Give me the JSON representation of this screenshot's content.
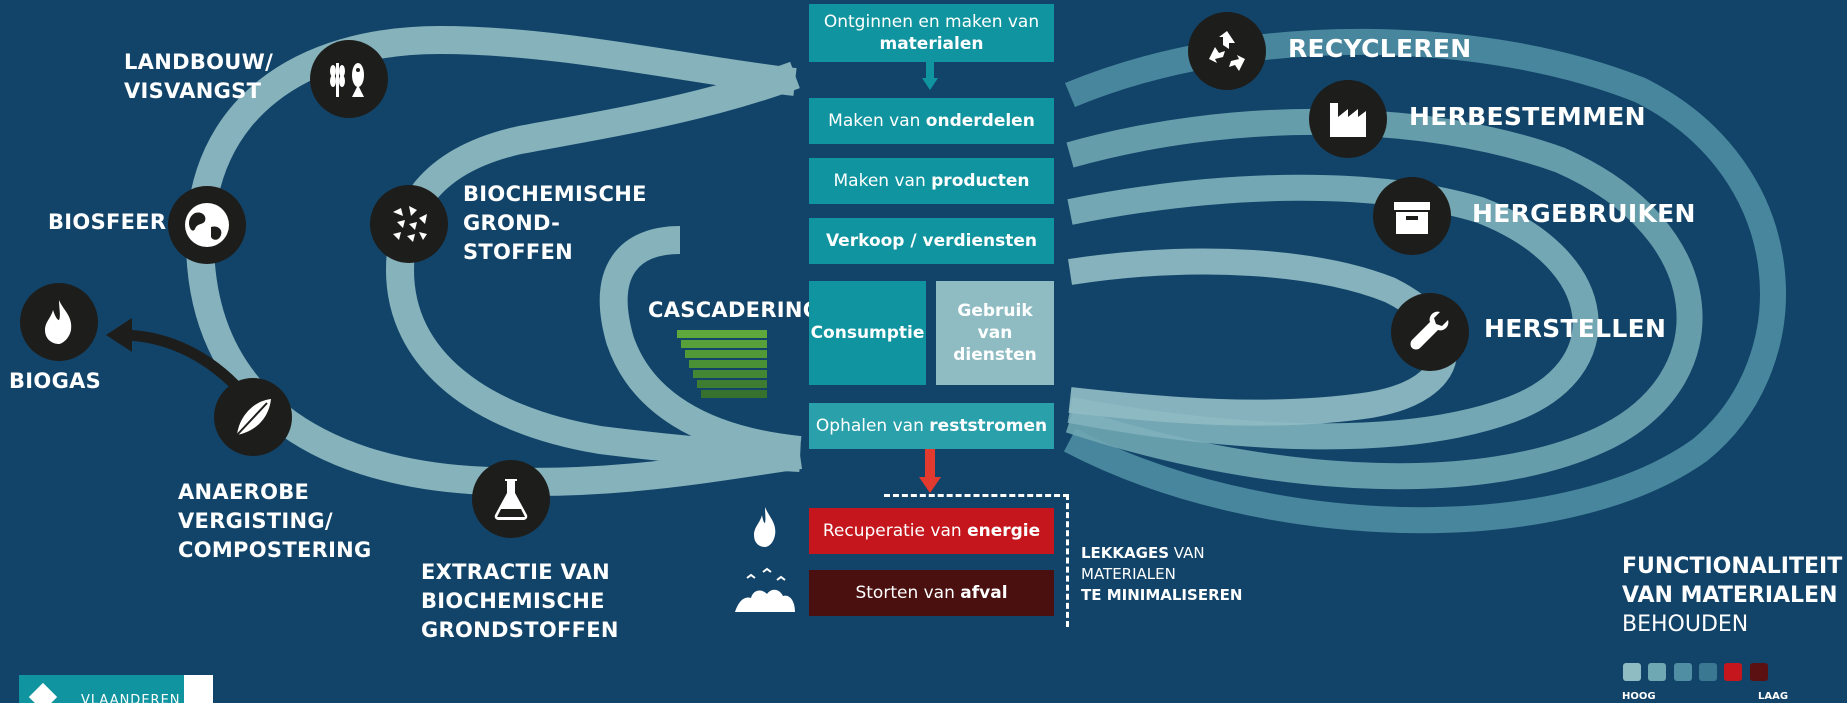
{
  "left_labels": {
    "landbouw": [
      "LANDBOUW/",
      "VISVANGST"
    ],
    "biosfeer": "BIOSFEER",
    "biogas": "BIOGAS",
    "biochemische_grondstoffen": [
      "BIOCHEMISCHE",
      "GROND-",
      "STOFFEN"
    ],
    "anaerobe": [
      "ANAEROBE",
      "VERGISTING/",
      "COMPOSTERING"
    ],
    "extractie": [
      "EXTRACTIE VAN",
      "BIOCHEMISCHE",
      "GRONDSTOFFEN"
    ],
    "cascadering": "CASCADERING"
  },
  "center_boxes": {
    "ontginnen": {
      "pre": "Ontginnen en maken van",
      "bold": "materialen"
    },
    "onderdelen": {
      "pre": "Maken van ",
      "bold": "onderdelen"
    },
    "producten": {
      "pre": "Maken van ",
      "bold": "producten"
    },
    "verkoop": {
      "pre": "",
      "bold": "Verkoop / verdiensten"
    },
    "consumptie": {
      "pre": "",
      "bold": "Consumptie"
    },
    "gebruik": {
      "pre": "",
      "bold": "Gebruik van diensten"
    },
    "ophalen": {
      "pre": "Ophalen van ",
      "bold": "reststromen"
    },
    "recuperatie": {
      "pre": "Recuperatie van ",
      "bold": "energie"
    },
    "storten": {
      "pre": "Storten van ",
      "bold": "afval"
    }
  },
  "leakage": {
    "line1_bold": "LEKKAGES",
    "line1_rest": " VAN",
    "line2": "MATERIALEN",
    "line3": "TE MINIMALISEREN"
  },
  "right_labels": {
    "recycleren": "RECYCLEREN",
    "herbestemmen": "HERBESTEMMEN",
    "hergebruiken": "HERGEBRUIKEN",
    "herstellen": "HERSTELLEN"
  },
  "legend": {
    "title1": "FUNCTIONALITEIT",
    "title2": "VAN MATERIALEN",
    "title3": "BEHOUDEN",
    "high": "HOOG",
    "low": "LAAG",
    "colors": [
      "#8fbcc3",
      "#6fa7b3",
      "#4f8ea3",
      "#3a7891",
      "#c4161c",
      "#5b1111"
    ]
  },
  "logo": {
    "text": "VLAANDEREN"
  },
  "colors": {
    "background": "#124469",
    "band": "#8fbcc3",
    "teal_box": "#10949f",
    "red": "#c4161c",
    "dark_red": "#4a1010",
    "green": "#5fa83c"
  },
  "icons": [
    "wheat-fish-icon",
    "globe-icon",
    "fire-icon",
    "leaf-icon",
    "minerals-icon",
    "flask-icon",
    "recycle-icon",
    "factory-icon",
    "box-icon",
    "wrench-icon"
  ]
}
